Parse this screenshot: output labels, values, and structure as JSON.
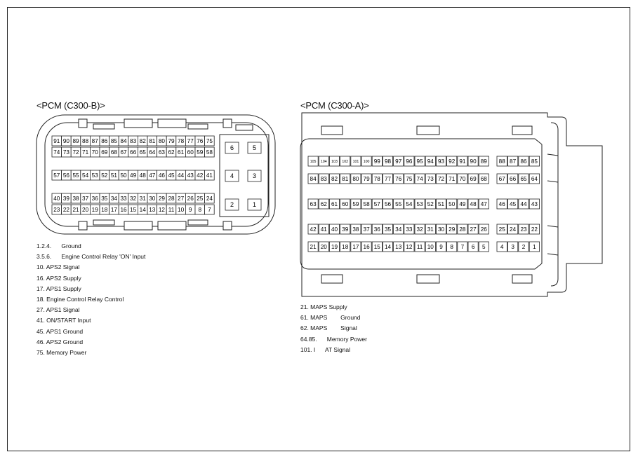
{
  "connectors": {
    "b": {
      "title": "<PCM (C300-B)>",
      "main_rows": [
        [
          "91",
          "90",
          "89",
          "88",
          "87",
          "86",
          "85",
          "84",
          "83",
          "82",
          "81",
          "80",
          "79",
          "78",
          "77",
          "76",
          "75"
        ],
        [
          "74",
          "73",
          "72",
          "71",
          "70",
          "69",
          "68",
          "67",
          "66",
          "65",
          "64",
          "63",
          "62",
          "61",
          "60",
          "59",
          "58"
        ],
        [
          "57",
          "56",
          "55",
          "54",
          "53",
          "52",
          "51",
          "50",
          "49",
          "48",
          "47",
          "46",
          "45",
          "44",
          "43",
          "42",
          "41"
        ],
        [
          "40",
          "39",
          "38",
          "37",
          "36",
          "35",
          "34",
          "33",
          "32",
          "31",
          "30",
          "29",
          "28",
          "27",
          "26",
          "25",
          "24"
        ],
        [
          "23",
          "22",
          "21",
          "20",
          "19",
          "18",
          "17",
          "16",
          "15",
          "14",
          "13",
          "12",
          "11",
          "10",
          "9",
          "8",
          "7"
        ]
      ],
      "power_pins": [
        [
          "6",
          "5"
        ],
        [
          "4",
          "3"
        ],
        [
          "2",
          "1"
        ]
      ],
      "legend": [
        "1.2.4.      Ground",
        "3.5.6.      Engine Control Relay 'ON' Input",
        "10. APS2 Signal",
        "16. APS2 Supply",
        "17. APS1 Supply",
        "18. Engine Control Relay Control",
        "27. APS1 Signal",
        "41. ON/START Input",
        "45. APS1 Ground",
        "46. APS2 Ground",
        "75. Memory Power"
      ]
    },
    "a": {
      "title": "<PCM (C300-A)>",
      "rows_left": [
        [
          "105",
          "104",
          "103",
          "102",
          "101",
          "100",
          "99",
          "98",
          "97",
          "96",
          "95",
          "94",
          "93",
          "92",
          "91",
          "90",
          "89"
        ],
        [
          "84",
          "83",
          "82",
          "81",
          "80",
          "79",
          "78",
          "77",
          "76",
          "75",
          "74",
          "73",
          "72",
          "71",
          "70",
          "69",
          "68"
        ],
        [
          "63",
          "62",
          "61",
          "60",
          "59",
          "58",
          "57",
          "56",
          "55",
          "54",
          "53",
          "52",
          "51",
          "50",
          "49",
          "48",
          "47"
        ],
        [
          "42",
          "41",
          "40",
          "39",
          "38",
          "37",
          "36",
          "35",
          "34",
          "33",
          "32",
          "31",
          "30",
          "29",
          "28",
          "27",
          "26"
        ],
        [
          "21",
          "20",
          "19",
          "18",
          "17",
          "16",
          "15",
          "14",
          "13",
          "12",
          "11",
          "10",
          "9",
          "8",
          "7",
          "6",
          "5"
        ]
      ],
      "rows_right": [
        [
          "88",
          "87",
          "86",
          "85"
        ],
        [
          "67",
          "66",
          "65",
          "64"
        ],
        [
          "46",
          "45",
          "44",
          "43"
        ],
        [
          "25",
          "24",
          "23",
          "22"
        ],
        [
          "4",
          "3",
          "2",
          "1"
        ]
      ],
      "legend": [
        "21. MAPS Supply",
        "61. MAPS        Ground",
        "62. MAPS        Signal",
        "64.85.      Memory Power",
        "101. I      AT Signal"
      ]
    }
  }
}
